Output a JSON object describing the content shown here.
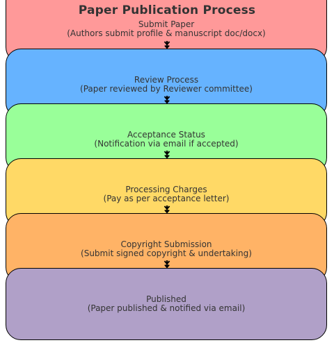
{
  "title": "Paper Publication Process",
  "steps": [
    {
      "name": "Submit Paper",
      "detail": "(Authors submit profile & manuscript doc/docx)",
      "color": "#ff9999"
    },
    {
      "name": "Review Process",
      "detail": "(Paper reviewed by Reviewer committee)",
      "color": "#66b3ff"
    },
    {
      "name": "Acceptance Status",
      "detail": "(Notification via email if accepted)",
      "color": "#99ff99"
    },
    {
      "name": "Processing Charges",
      "detail": "(Pay as per acceptance letter)",
      "color": "#ffd966"
    },
    {
      "name": "Copyright Submission",
      "detail": "(Submit signed copyright & undertaking)",
      "color": "#ffb366"
    },
    {
      "name": "Published",
      "detail": "(Paper published & notified via email)",
      "color": "#b0a0c8"
    }
  ]
}
